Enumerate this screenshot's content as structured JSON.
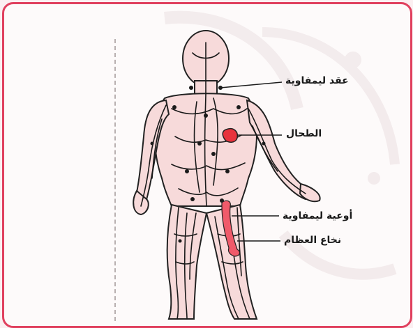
{
  "labels": {
    "lymph_nodes": "عقد ليمفاوية",
    "spleen": "الطحال",
    "lymph_vessels": "أوعية ليمفاوية",
    "bone_marrow": "نخاع العظام"
  },
  "colors": {
    "frame": "#e0405e",
    "skin": "#f7dada",
    "organ": "#e8323c",
    "bone": "#f05a6a",
    "vessel": "#1a1a1a"
  }
}
